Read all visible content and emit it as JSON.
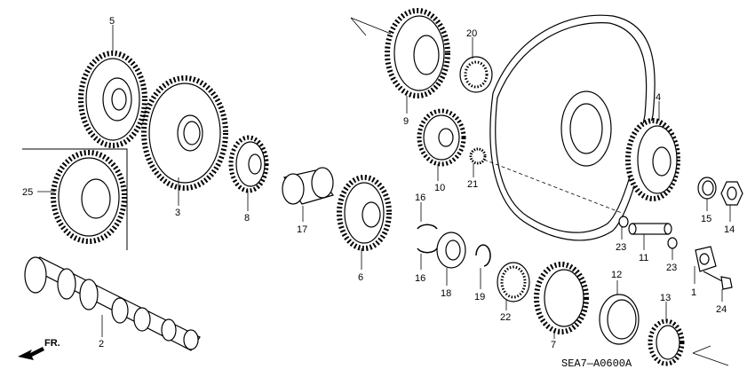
{
  "diagram": {
    "code": "SEA7—A0600A",
    "direction_label": "FR.",
    "callouts": [
      {
        "id": "c5",
        "text": "5"
      },
      {
        "id": "c3",
        "text": "3"
      },
      {
        "id": "c8",
        "text": "8"
      },
      {
        "id": "c17",
        "text": "17"
      },
      {
        "id": "c25",
        "text": "25"
      },
      {
        "id": "c2",
        "text": "2"
      },
      {
        "id": "c9",
        "text": "9"
      },
      {
        "id": "c20",
        "text": "20"
      },
      {
        "id": "c10",
        "text": "10"
      },
      {
        "id": "c21",
        "text": "21"
      },
      {
        "id": "c6",
        "text": "6"
      },
      {
        "id": "c16a",
        "text": "16"
      },
      {
        "id": "c16b",
        "text": "16"
      },
      {
        "id": "c18",
        "text": "18"
      },
      {
        "id": "c19",
        "text": "19"
      },
      {
        "id": "c22",
        "text": "22"
      },
      {
        "id": "c7",
        "text": "7"
      },
      {
        "id": "c12",
        "text": "12"
      },
      {
        "id": "c13",
        "text": "13"
      },
      {
        "id": "c4",
        "text": "4"
      },
      {
        "id": "c15",
        "text": "15"
      },
      {
        "id": "c14",
        "text": "14"
      },
      {
        "id": "c23a",
        "text": "23"
      },
      {
        "id": "c11",
        "text": "11"
      },
      {
        "id": "c23b",
        "text": "23"
      },
      {
        "id": "c1",
        "text": "1"
      },
      {
        "id": "c24",
        "text": "24"
      }
    ]
  }
}
